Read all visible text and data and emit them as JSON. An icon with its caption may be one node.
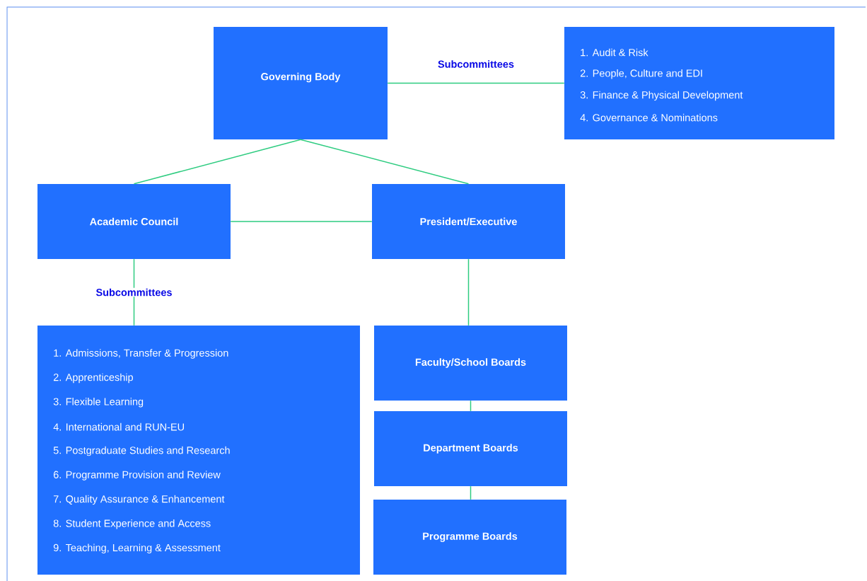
{
  "diagram": {
    "nodes": [
      {
        "text": [
          "Governing Body"
        ]
      },
      {
        "text": [
          "1. Audit & Risk",
          "2. People, Culture and EDI",
          "3. Finance & Physical Development",
          "4. Governance & Nominations"
        ]
      },
      {
        "text": [
          "Academic Council"
        ]
      },
      {
        "text": [
          "President/Executive"
        ]
      },
      {
        "text": [
          "1. Admissions, Transfer & Progression",
          "2. Apprenticeship",
          "3. Flexible Learning",
          "4. International and RUN-EU",
          "5. Postgraduate Studies and Research",
          "6. Programme Provision and Review",
          "7. Quality Assurance & Enhancement",
          "8. Student Experience and Access",
          "9. Teaching, Learning & Assessment"
        ]
      },
      {
        "text": [
          "Faculty/School Boards"
        ]
      },
      {
        "text": [
          "Department Boards"
        ]
      },
      {
        "text": [
          "Programme Boards"
        ]
      }
    ],
    "edges": [
      {
        "from": 0,
        "to": 1,
        "arrow": "none",
        "label": "Subcommittees"
      },
      {
        "from": 0,
        "to": 2,
        "arrow": "none"
      },
      {
        "from": 0,
        "to": 3,
        "arrow": "none"
      },
      {
        "from": 2,
        "to": 3,
        "arrow": "none"
      },
      {
        "from": 2,
        "to": 4,
        "arrow": "none",
        "label": "Subcommittees"
      },
      {
        "from": 3,
        "to": 5,
        "arrow": "none"
      },
      {
        "from": 5,
        "to": 6,
        "arrow": "none"
      },
      {
        "from": 6,
        "to": 7,
        "arrow": "none"
      }
    ]
  }
}
